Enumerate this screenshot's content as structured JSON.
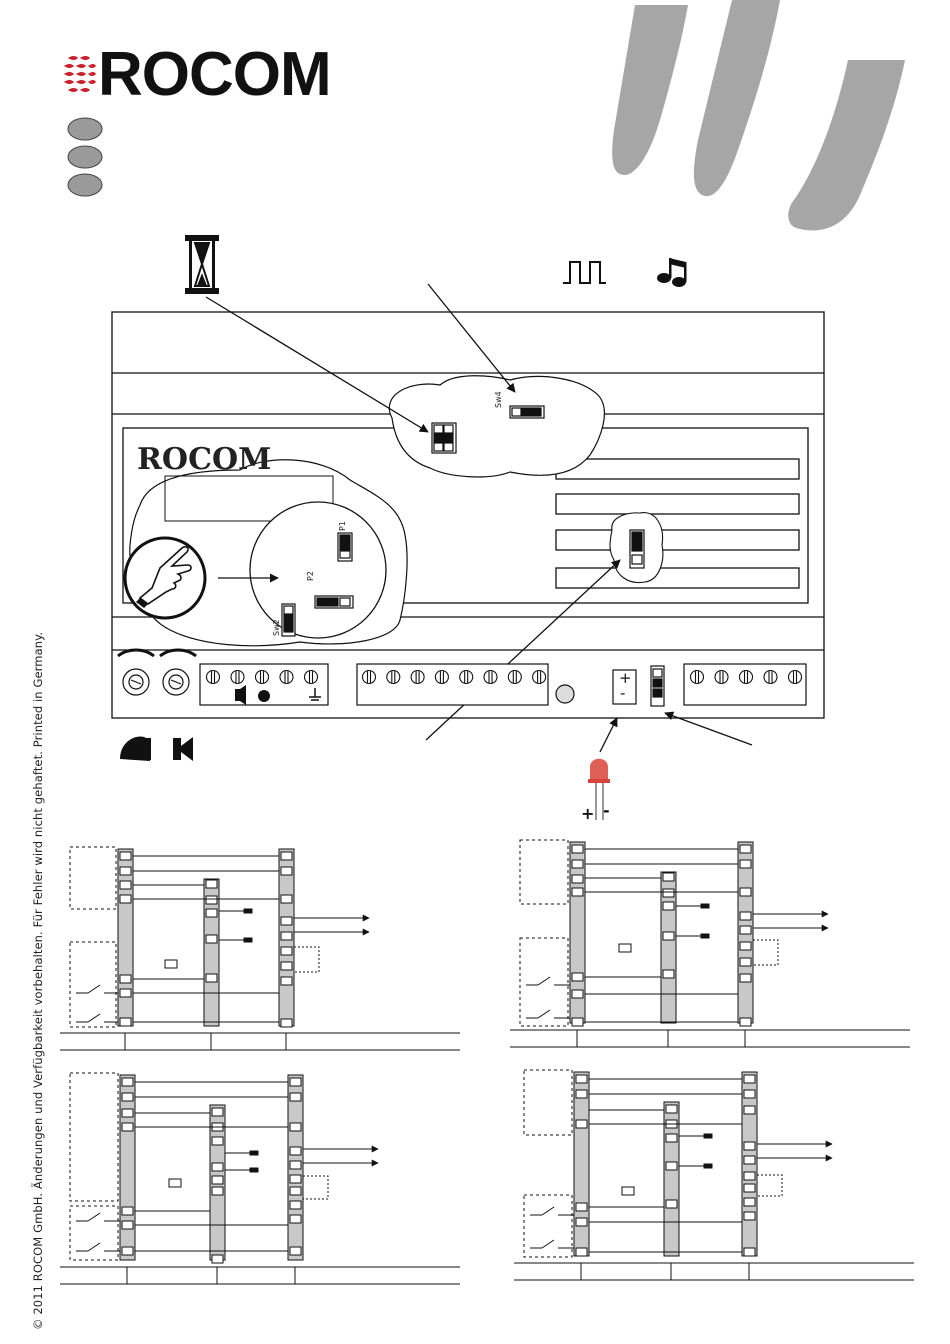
{
  "brand": {
    "name": "ROCOM",
    "panel_logo": "ROCOM"
  },
  "copyright": "© 2011 ROCOM GmbH. Änderungen und Verfügbarkeit vorbehalten. Für Fehler wird nicht gehaftet. Printed in Germany.",
  "jumpers": {
    "sw4": "Sw4",
    "sw2": "Sw2",
    "p1": "P1",
    "p2": "P2"
  },
  "led_terminal": {
    "plus": "+",
    "minus": "-"
  },
  "led": {
    "plus": "+",
    "minus": "-"
  },
  "icons": [
    "hourglass-icon",
    "square-wave-icon",
    "music-note-icon",
    "hand-pointer-icon",
    "speaker-icon",
    "led-icon",
    "ground-icon"
  ],
  "colors": {
    "language_button": "#9a9a9a",
    "logo_accent": "#c8202a",
    "stripe": "#a6a6a6",
    "led": "#d9443a",
    "rail": "#c8c8c8"
  }
}
